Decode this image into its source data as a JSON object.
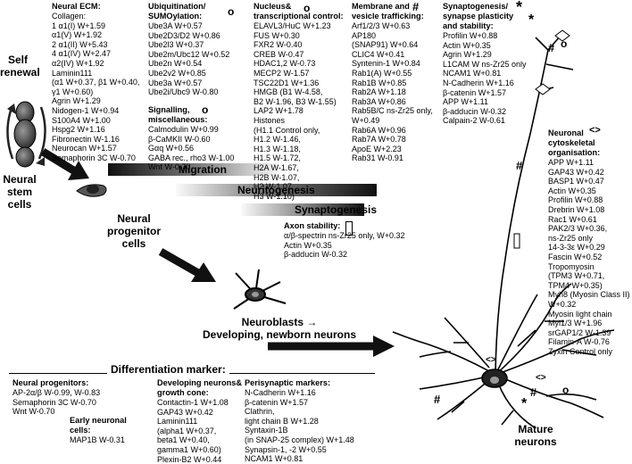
{
  "stages": {
    "self_renewal": "Self\nrenewal",
    "neural_stem_cells": "Neural\nstem\ncells",
    "neural_progenitor_cells": "Neural\nprogenitor\ncells",
    "neuroblasts": "Neuroblasts →\nDeveloping, newborn neurons",
    "mature_neurons": "Mature\nneurons"
  },
  "bars": {
    "migration": "Migration",
    "neuritogenesis": "Neuritogenesis",
    "synaptogenesis": "Synaptogenesis"
  },
  "differentiation_marker_title": "Differentiation marker:",
  "symbols": {
    "circle": "o",
    "hash": "#",
    "asterisk": "*",
    "diamond": "<>",
    "rect": "[]"
  },
  "boxes": {
    "neural_ecm": {
      "title": "Neural ECM:",
      "body": "Collagen:\n1 α1(I) W+1.59\nα1(V) W+1.92\n2 α1(II) W+5.43\n4 α1(IV) W+2.47\nα2(IV) W+1.92\nLaminin111\n(α1 W+0.37, β1 W+0.40,\nγ1 W+0.60)\nAgrin W+1.29\nNidogen-1 W+0.94\nS100A4 W+1.00\nHspg2 W+1.16\nFibronectin W-1.16\nNeurocan W+1.57\nSemaphorin 3C W-0.70"
    },
    "ubiquitination": {
      "title": "Ubiquitination/\nSUMOylation:",
      "body": "Ube3A W+0.57\nUbe2D3/D2 W+0.86\nUbe2l3 W+0.37\nUbe2m/Ubc12 W+0.52\nUbe2n W+0.54\nUbe2v2 W+0.85\nUbe3a W+0.57\nUbe2i/Ubc9 W-0.80"
    },
    "signalling": {
      "title": "Signalling,\nmiscellaneous:",
      "body": "Calmodulin W+0.99\nβ-CaMKII W-0.60\nGαq W+0.56\nGABA rec., rho3 W-1.00\nWnt W-0.70"
    },
    "nucleus": {
      "title": "Nucleus&\ntranscriptional control:",
      "body": "ELAVL3/HuC W+1.23\nFUS W+0.30\nFXR2 W-0.40\nCREB W-0.47\nHDAC1,2 W-0.73\nMECP2 W-1.57\nTSC22D1 W+1.36\nHMGB (B1 W-4.58,\nB2 W-1.96, B3 W-1.55)\nLAP2 W+1.78\nHistones\n(H1.1 Control only,\nH1.2 W-1.46,\nH1.3 W-1.18,\nH1.5 W-1.72,\nH2A W-1.67,\nH2B W-1.07,\nH2 W-1.07,\nH3 W-1.10)"
    },
    "membrane": {
      "title": "Membrane and\nvesicle trafficking:",
      "body": "Arf1/2/3 W+0.63\nAP180\n(SNAP91) W+0.64\nCLIC4 W+0.41\nSyntenin-1 W+0.84\nRab1(A) W+0.55\nRab1B W+0.85\nRab2A W+1.18\nRab3A W+0.86\nRab5B/C ns-Zr25 only,\nW+0.49\nRab6A W+0.96\nRab7A W+0.78\nApoE W+2.23\nRab31 W-0.91"
    },
    "synaptogenesis_box": {
      "title": "Synaptogenesis/\nsynapse plasticity\nand stability:",
      "body": "Profilin W+0.88\nActin W+0.35\nAgrin W+1.29\nL1CAM W ns-Zr25 only\nNCAM1 W+0.81\nN-Cadherin W+1.16\nβ-catenin W+1.57\nAPP W+1.11\nβ-adducin W-0.32\nCalpain-2 W-0.61"
    },
    "cytoskeletal": {
      "title": "Neuronal\ncytoskeletal\norganisation:",
      "body": "APP W+1.11\nGAP43 W+0.42\nBASP1 W+0.47\nActin W+0.35\nProfilin W+0.88\nDrebrin W+1.08\nRac1 W+0.61\nPAK2/3 W+0.36,\nns-Zr25 only\n14-3-3ε W+0.29\nFascin W+0.52\nTropomyosin\n(TPM3 W+0.71,\nTPM4 W+0.35)\nMyh8 (Myosin Class II)\nW+0.32\nMyosin light chain\nMyl1/3 W+1.96\nsrGAP1/2 W-1.39\nFilamin-A W-0.76\nZyxin Control only"
    },
    "axon_stability": {
      "title": "Axon stability:",
      "body": "α/β-spectrin ns-Zr25 only, W+0.32\nActin W+0.35\nβ-adducin W-0.32"
    },
    "neural_progenitors": {
      "title": "Neural progenitors:",
      "body": "AP-2α/β W-0.99, W-0.83\nSemaphorin 3C W-0.70\nWnt W-0.70"
    },
    "early_neuronal": {
      "title": "Early neuronal\ncells:",
      "body": "MAP1B W-0.31"
    },
    "developing_neurons": {
      "title": "Developing neurons&\ngrowth cone:",
      "body": "Contactin-1 W+1.08\nGAP43 W+0.42\nLaminin111\n(alpha1 W+0.37,\nbeta1 W+0.40,\ngamma1 W+0.60)\nPlexin-B2 W+0.44"
    },
    "perisynaptic": {
      "title": "Perisynaptic markers:",
      "body": "N-Cadherin W+1.16\nβ-catenin W+1.57\nClathrin,\nlight chain B W+1.28\nSyntaxin-1B\n(in SNAP-25 complex) W+1.48\nSynapsin-1, -2 W+0.55\nNCAM1 W+0.81"
    }
  }
}
